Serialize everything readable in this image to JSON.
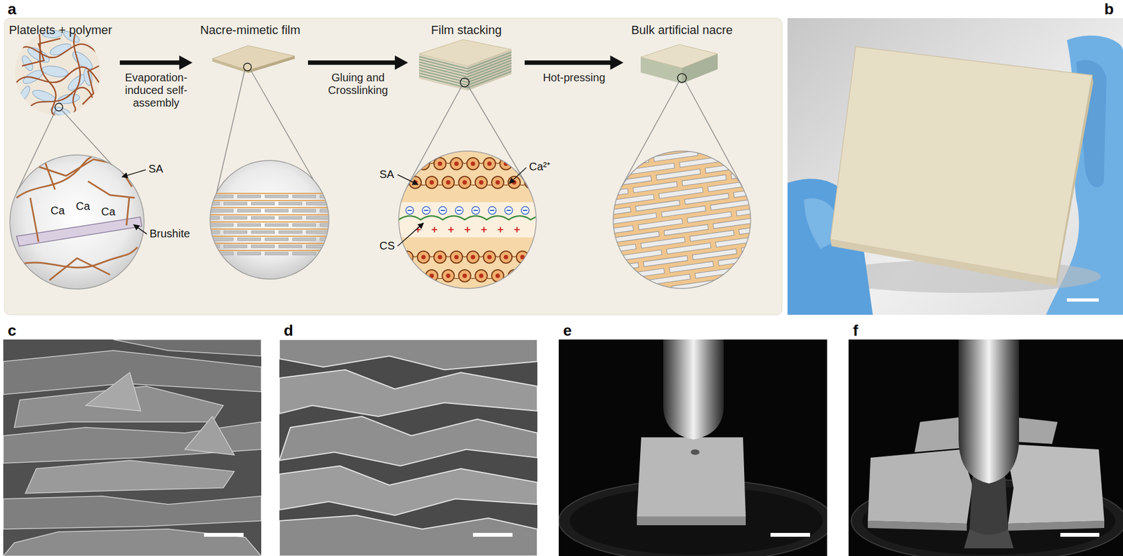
{
  "diagram": {
    "nodes": [
      {
        "text": [
          "Platelets + polymer"
        ]
      },
      {
        "text": [
          "Nacre-mimetic film"
        ]
      },
      {
        "text": [
          "Film stacking"
        ]
      },
      {
        "text": [
          "Bulk artificial nacre"
        ]
      }
    ],
    "edges": [
      {
        "from": 0,
        "to": 1,
        "label": "Evaporation-induced self-assembly",
        "arrow": "to"
      },
      {
        "from": 1,
        "to": 2,
        "label": "Gluing and Crosslinking",
        "arrow": "to"
      },
      {
        "from": 2,
        "to": 3,
        "label": "Hot-pressing",
        "arrow": "to"
      }
    ],
    "labels": [
      "a",
      "b",
      "c",
      "d",
      "e",
      "f",
      "SA",
      "Ca",
      "Ca",
      "Ca",
      "Brushite",
      "SA",
      "CS",
      "Ca²⁺"
    ]
  }
}
